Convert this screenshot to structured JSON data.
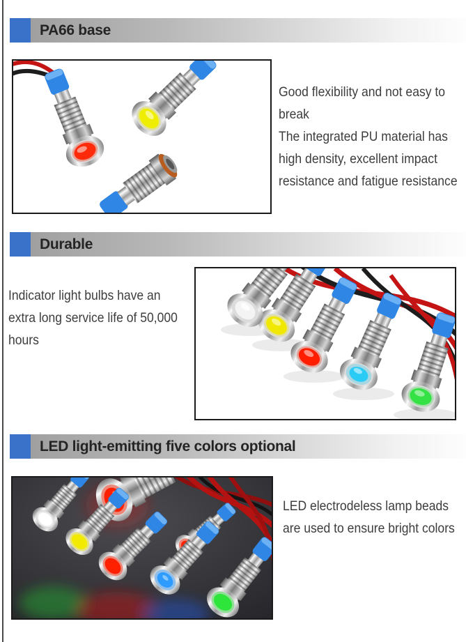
{
  "page": {
    "accent_color": "#3a71c9",
    "dark_scene_background": "#39383c"
  },
  "sections": [
    {
      "title": "PA66 base",
      "description_lines": [
        "Good flexibility and not easy to",
        "break",
        "The integrated PU material has",
        "high density, excellent impact",
        "resistance and fatigue resistance"
      ],
      "image": {
        "name": "three-metal-led-indicators-photo",
        "led_colors": {
          "front": "#ff2a0a",
          "top": "#f0ee00"
        },
        "sleeve_color": "#2f86e4",
        "wire_red": "#c41414",
        "wire_black": "#1d1d1d"
      }
    },
    {
      "title": "Durable",
      "description_lines": [
        "Indicator light bulbs have an",
        "extra long service life of 50,000",
        "hours"
      ],
      "image": {
        "name": "five-led-indicators-fan-photo",
        "led_colors": [
          "#f4f4f4",
          "#f0e800",
          "#ff1e00",
          "#2accf5",
          "#35e246"
        ]
      }
    },
    {
      "title": "LED light-emitting five colors optional",
      "description_lines": [
        "LED electrodeless lamp beads",
        "are used to ensure bright colors"
      ],
      "image": {
        "name": "led-indicators-dark-scene-photo",
        "led_colors": [
          "#ffffff",
          "#f2ea00",
          "#ff2000",
          "#ff2000",
          "#2e9bff",
          "#ff2000",
          "#2ee53c"
        ]
      }
    }
  ]
}
